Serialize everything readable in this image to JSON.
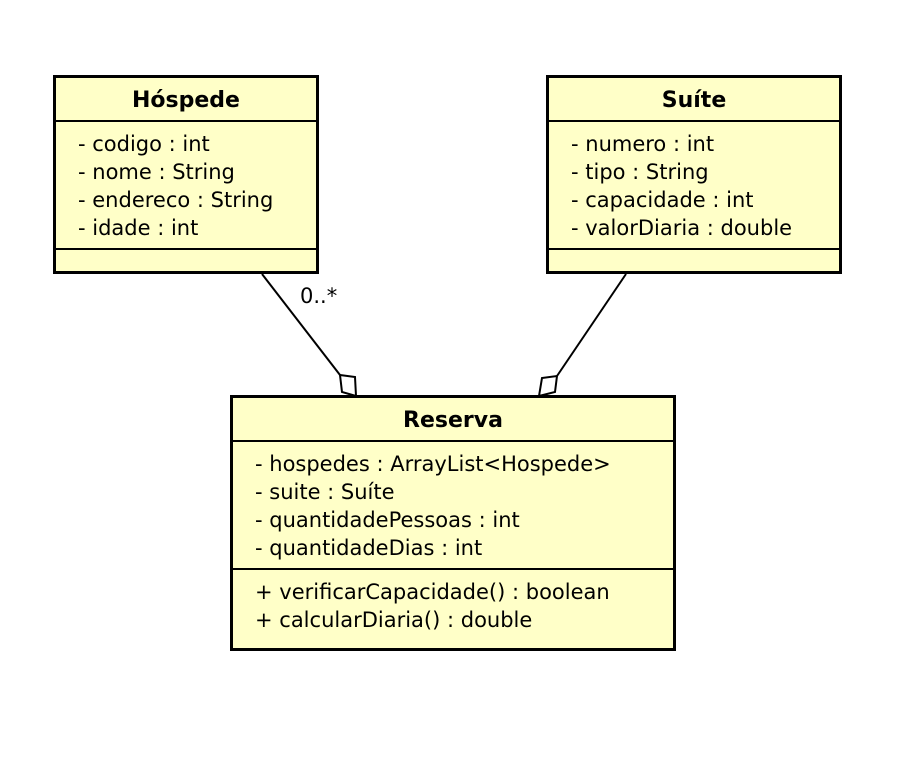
{
  "classes": {
    "hospede": {
      "name": "Hóspede",
      "attributes": [
        "- codigo : int",
        "- nome : String",
        "- endereco : String",
        "- idade : int"
      ]
    },
    "suite": {
      "name": "Suíte",
      "attributes": [
        "- numero : int",
        "- tipo : String",
        "- capacidade : int",
        "- valorDiaria : double"
      ]
    },
    "reserva": {
      "name": "Reserva",
      "attributes": [
        "- hospedes : ArrayList<Hospede>",
        "- suite : Suíte",
        "- quantidadePessoas : int",
        "- quantidadeDias : int"
      ],
      "operations": [
        "+ verificarCapacidade() : boolean",
        "+ calcularDiaria() : double"
      ]
    }
  },
  "associations": {
    "hospede_reserva": {
      "type": "aggregation",
      "multiplicity": "0..*"
    },
    "suite_reserva": {
      "type": "aggregation"
    }
  },
  "colors": {
    "class_fill": "#ffffc8",
    "line": "#000000"
  }
}
